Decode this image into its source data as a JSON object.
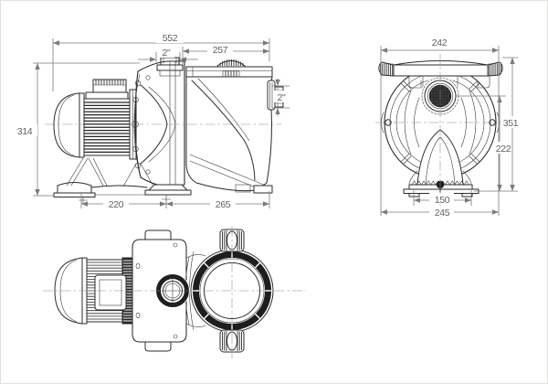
{
  "drawing_type": "pump-dimension-drawing",
  "colors": {
    "background": "#ffffff",
    "part_line": "#2b2b2b",
    "dimension_line": "#7a7a7a",
    "dimension_text": "#5f5f5f",
    "dark_fill": "#1f1f1f"
  },
  "dims": {
    "side": {
      "overall_length": "552",
      "tank_length": "257",
      "discharge_port": "2\"",
      "overall_height": "314",
      "suction_port": "2\"",
      "foot_span_front": "220",
      "foot_span_rear": "265"
    },
    "front": {
      "flange_width": "242",
      "overall_height": "351",
      "inlet_center_height": "222",
      "foot_span": "150",
      "base_width": "245"
    }
  }
}
